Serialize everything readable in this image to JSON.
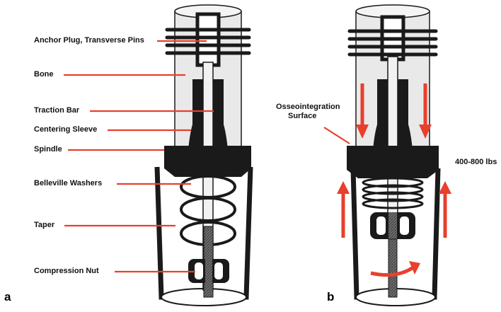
{
  "panel_a": {
    "letter": "a",
    "labels": {
      "anchor": "Anchor Plug, Transverse Pins",
      "bone": "Bone",
      "traction_bar": "Traction Bar",
      "centering_sleeve": "Centering Sleeve",
      "spindle": "Spindle",
      "belleville": "Belleville Washers",
      "taper": "Taper",
      "compression_nut": "Compression Nut"
    }
  },
  "panel_b": {
    "letter": "b",
    "osseo_line1": "Osseointegration",
    "osseo_line2": "Surface",
    "force": "400-800 lbs"
  },
  "colors": {
    "leader": "#e8402c",
    "metal": "#1a1a1a",
    "bone_fill": "#e9e9e9",
    "bar": "#f2f2f2"
  },
  "icons": [
    "arrow-down-icon",
    "arrow-up-icon",
    "curved-rotation-arrow-icon"
  ]
}
